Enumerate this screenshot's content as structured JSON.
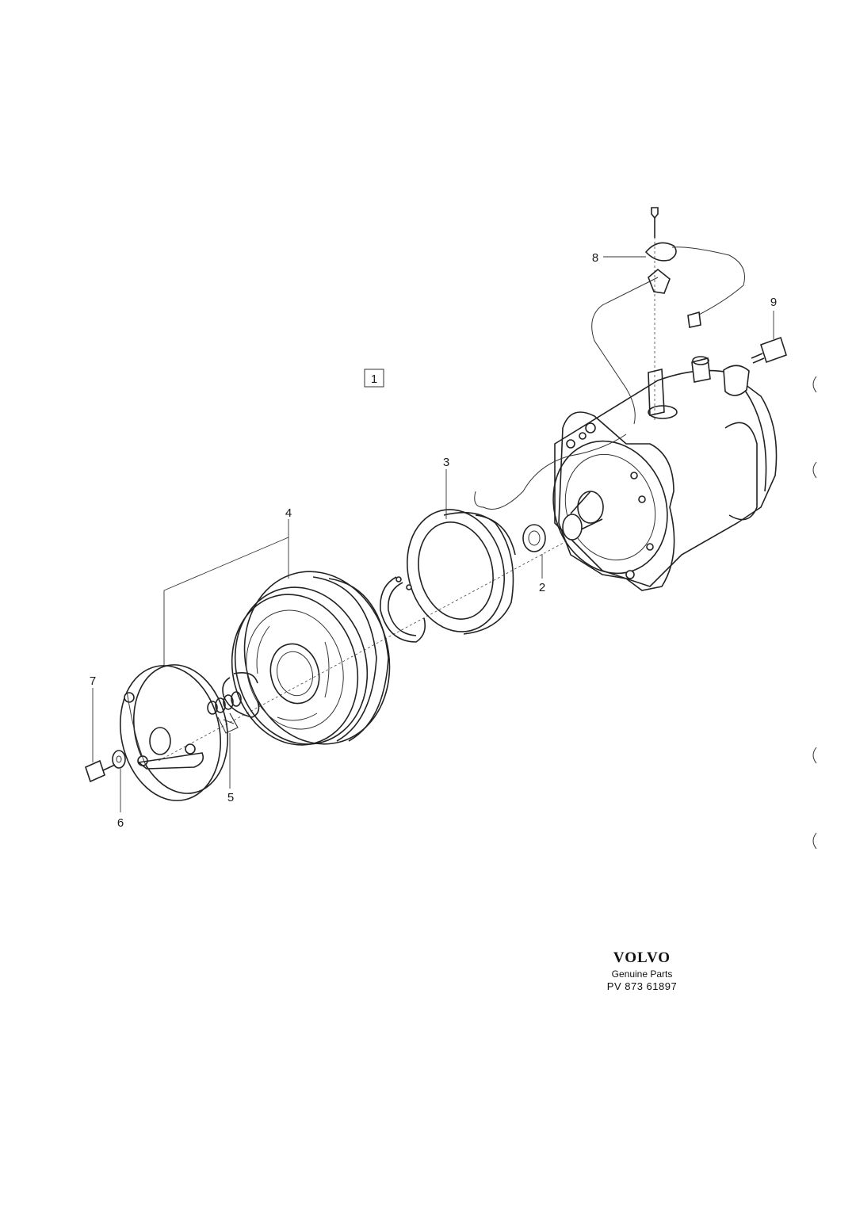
{
  "diagram": {
    "figure_box_label": "1",
    "callouts": [
      {
        "id": "c2",
        "text": "2"
      },
      {
        "id": "c3",
        "text": "3"
      },
      {
        "id": "c4",
        "text": "4"
      },
      {
        "id": "c5",
        "text": "5"
      },
      {
        "id": "c6",
        "text": "6"
      },
      {
        "id": "c7",
        "text": "7"
      },
      {
        "id": "c8",
        "text": "8"
      },
      {
        "id": "c9",
        "text": "9"
      }
    ]
  },
  "footer": {
    "brand": "VOLVO",
    "subtitle": "Genuine Parts",
    "part_number": "PV 873  61897"
  }
}
